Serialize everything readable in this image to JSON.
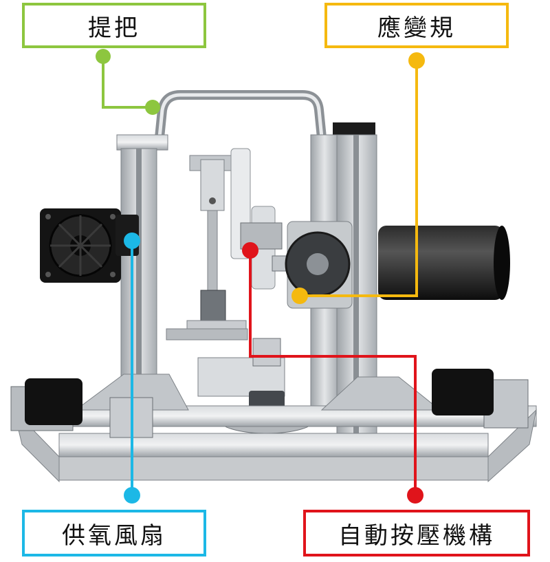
{
  "labels": {
    "handle": {
      "text": "提把",
      "color": "#8dc63f"
    },
    "strain_gauge": {
      "text": "應變規",
      "color": "#f5b90f"
    },
    "fan": {
      "text": "供氧風扇",
      "color": "#1cb8e6"
    },
    "press_mechanism": {
      "text": "自動按壓機構",
      "color": "#e0141b"
    }
  },
  "icons": {
    "fan": "fan-icon",
    "motor": "motor-icon"
  }
}
